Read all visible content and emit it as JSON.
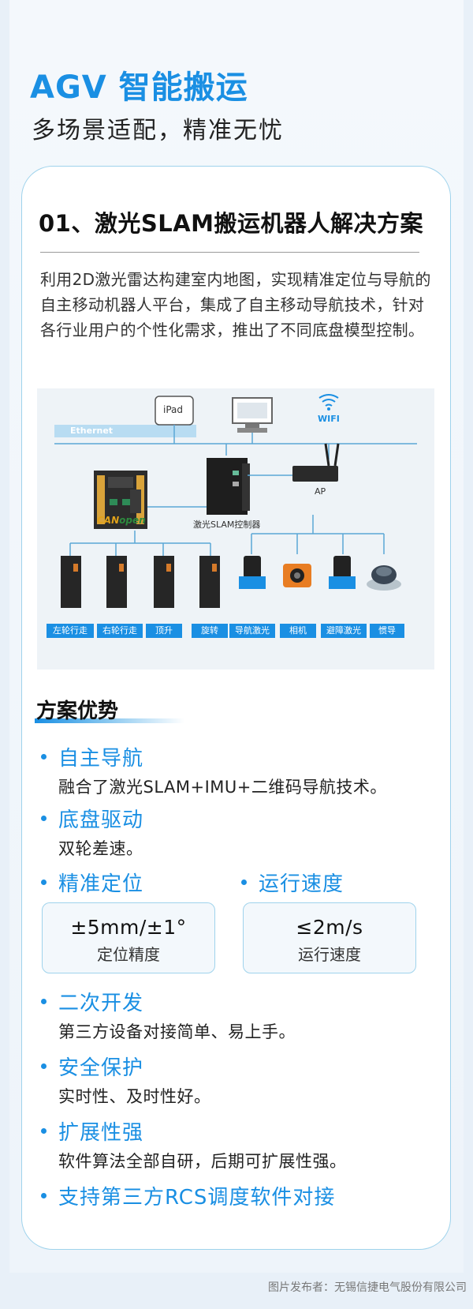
{
  "header": {
    "title": "AGV 智能搬运",
    "subtitle": "多场景适配，精准无忧"
  },
  "solution": {
    "title": "01、激光SLAM搬运机器人解决方案",
    "description": "利用2D激光雷达构建室内地图，实现精准定位与导航的自主移动机器人平台，集成了自主移动导航技术，针对各行业用户的个性化需求，推出了不同底盘模型控制。"
  },
  "diagram": {
    "ipad": "iPad",
    "ethernet": "Ethernet",
    "wifi": "WIFI",
    "ap": "AP",
    "canopen_can": "CAN",
    "canopen_open": "open",
    "controller": "激光SLAM控制器",
    "labels": [
      "左轮行走",
      "右轮行走",
      "顶升",
      "旋转",
      "导航激光",
      "相机",
      "避障激光",
      "惯导"
    ]
  },
  "advantages": {
    "title": "方案优势",
    "features": [
      {
        "title": "自主导航",
        "desc": "融合了激光SLAM+IMU+二维码导航技术。"
      },
      {
        "title": "底盘驱动",
        "desc": "双轮差速。"
      },
      {
        "title": "精准定位"
      },
      {
        "title": "运行速度"
      },
      {
        "title": "二次开发",
        "desc": "第三方设备对接简单、易上手。"
      },
      {
        "title": "安全保护",
        "desc": "实时性、及时性好。"
      },
      {
        "title": "扩展性强",
        "desc": "软件算法全部自研，后期可扩展性强。"
      },
      {
        "title": "支持第三方RCS调度软件对接"
      }
    ],
    "stats": [
      {
        "value": "±5mm/±1°",
        "label": "定位精度"
      },
      {
        "value": "≤2m/s",
        "label": "运行速度"
      }
    ]
  },
  "footer": {
    "credit": "图片发布者：无锡信捷电气股份有限公司"
  },
  "colors": {
    "accent": "#1a8fe3",
    "border": "#9fd3ec"
  }
}
